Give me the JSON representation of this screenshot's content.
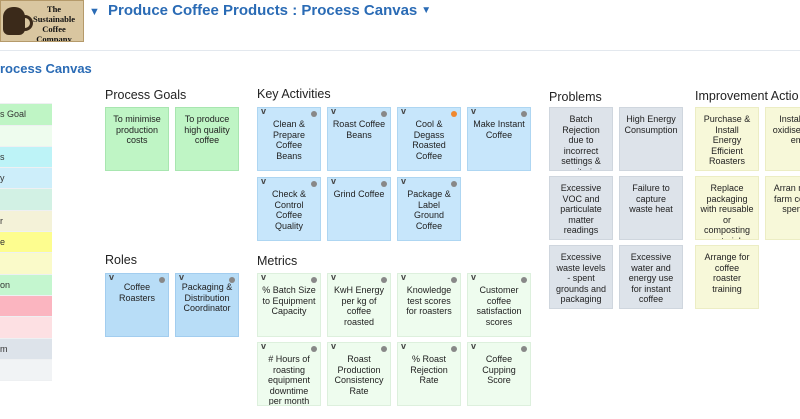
{
  "app": {
    "logo_text": "The Sustainable Coffee Company",
    "title": "Produce Coffee Products : Process Canvas",
    "subtitle": "rocess Canvas"
  },
  "legend": [
    {
      "label": "",
      "color": "#ffffff"
    },
    {
      "label": "s Goal",
      "color": "#bff5c5"
    },
    {
      "label": "",
      "color": "#eefcee"
    },
    {
      "label": "s",
      "color": "#bdf3f7"
    },
    {
      "label": "y",
      "color": "#cdeefa"
    },
    {
      "label": "",
      "color": "#d2f1e4"
    },
    {
      "label": "r",
      "color": "#f4f2d8"
    },
    {
      "label": "e",
      "color": "#fdfd8f"
    },
    {
      "label": "",
      "color": "#fafac9"
    },
    {
      "label": "on",
      "color": "#c4f6cf"
    },
    {
      "label": "",
      "color": "#fbb5c0"
    },
    {
      "label": "",
      "color": "#fde0e3"
    },
    {
      "label": "m",
      "color": "#dde3ea"
    },
    {
      "label": "",
      "color": "#f1f3f5"
    }
  ],
  "sections": {
    "process_goals": {
      "title": "Process Goals",
      "notes": [
        "To minimise production costs",
        "To produce high quality coffee"
      ]
    },
    "key_activities": {
      "title": "Key Activities",
      "notes": [
        {
          "text": "Clean & Prepare Coffee Beans",
          "v": "v",
          "dot": "grey"
        },
        {
          "text": "Roast Coffee Beans",
          "v": "v",
          "dot": "grey"
        },
        {
          "text": "Cool & Degass Roasted Coffee",
          "v": "v",
          "dot": "orange"
        },
        {
          "text": "Make Instant Coffee",
          "v": "v",
          "dot": "grey"
        },
        {
          "text": "Check & Control Coffee Quality",
          "v": "v",
          "dot": "grey"
        },
        {
          "text": "Grind Coffee",
          "v": "v",
          "dot": "grey"
        },
        {
          "text": "Package & Label Ground Coffee",
          "v": "v",
          "dot": "grey"
        }
      ]
    },
    "roles": {
      "title": "Roles",
      "notes": [
        {
          "text": "Coffee Roasters",
          "v": "v",
          "dot": "grey"
        },
        {
          "text": "Packaging & Distribution Coordinator",
          "v": "v",
          "dot": "grey"
        }
      ]
    },
    "metrics": {
      "title": "Metrics",
      "notes": [
        {
          "text": "% Batch Size to Equipment Capacity",
          "v": "v",
          "dot": "grey"
        },
        {
          "text": "KwH Energy per kg of coffee roasted",
          "v": "v",
          "dot": "grey"
        },
        {
          "text": "Knowledge test scores for roasters",
          "v": "v",
          "dot": "grey"
        },
        {
          "text": "Customer coffee satisfaction scores",
          "v": "v",
          "dot": "grey"
        },
        {
          "text": "# Hours of roasting equipment downtime per month",
          "v": "v",
          "dot": "grey"
        },
        {
          "text": "Roast Production Consistency Rate",
          "v": "v",
          "dot": "grey"
        },
        {
          "text": "% Roast Rejection Rate",
          "v": "v",
          "dot": "grey"
        },
        {
          "text": "Coffee Cupping Score",
          "v": "v",
          "dot": "grey"
        }
      ]
    },
    "problems": {
      "title": "Problems",
      "notes": [
        "Batch Rejection due to incorrect settings & monitoring",
        "High Energy Consumption",
        "Excessive VOC and particulate matter readings",
        "Failure to capture waste heat",
        "Excessive waste levels - spent grounds and packaging",
        "Excessive water and energy use for instant coffee"
      ]
    },
    "improvements": {
      "title": "Improvement Actio",
      "notes": [
        "Purchase & Install Energy Efficient Roasters",
        "Install ca oxidise treat em",
        "Replace packaging with reusable or composting materials",
        "Arran mush farm collect spent g",
        "Arrange for coffee roaster training"
      ]
    }
  }
}
